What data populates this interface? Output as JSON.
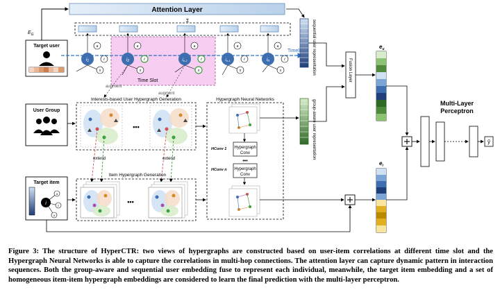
{
  "figure": {
    "attention_label": "Attention Layer",
    "e_g": "E",
    "e_g_sub": "G",
    "sum_formula": "Σ",
    "target_user": "Target user",
    "time_slot": "Time Slot",
    "augment": "augment",
    "timeline": "Timeline",
    "sequential_rep": "sequential user representation",
    "e_u": "e",
    "e_u_sub": "u",
    "fusion_layer": "Fusion Layer",
    "user_group": "User Group",
    "interest_hg": "Interests-based User Hypergraph Generation",
    "hgnn": "Hypergraph Neural Networks",
    "group_aware_rep": "group-aware user representation",
    "hconv1": "HConv 1",
    "hconvn": "HConv n",
    "hypergraph_conv": "Hypergraph",
    "conv": "Conv",
    "extend": "extend",
    "item_hg": "Item Hypergraph Generation",
    "target_item": "Target item",
    "mlp_title_1": "Multi-Layer",
    "mlp_title_2": "Perceptron",
    "e_i": "e",
    "e_i_sub": "i",
    "y_hat": "ŷ",
    "dots": "•••",
    "seq_nodes": [
      "i",
      "i",
      "i",
      "i",
      "i"
    ],
    "seq_subs": [
      "1",
      "2",
      "n-2",
      "n-1",
      "n"
    ],
    "time_labels": [
      "t",
      "t",
      "t",
      "t",
      "t"
    ],
    "time_subs": [
      "1",
      "2",
      "n-2",
      "n-1",
      "n"
    ],
    "a_labels": [
      "a",
      "a",
      "a",
      "a",
      "a"
    ],
    "a_subs": [
      "1",
      "2",
      "n-2",
      "n-1",
      "n"
    ],
    "x_labels": [
      "x",
      "x",
      "x",
      "x",
      "x"
    ],
    "x_subs": [
      "1",
      "2",
      "n-2",
      "n-1",
      "n"
    ],
    "item_node": "i",
    "item_attr": [
      "a",
      "x",
      "t"
    ]
  },
  "caption": "Figure 3: The structure of HyperCTR: two views of hypergraphs are constructed based on user-item correlations at different time slot and the Hypergraph Neural Networks is able to capture the correlations in multi-hop connections. The attention layer can capture dynamic pattern in interaction sequences. Both the group-aware and sequential user embedding fuse to represent each individual, meanwhile, the target item embedding and a set of homogeneous item-item hypergraph embeddings are considered to learn the final prediction with the multi-layer perceptron.",
  "colors": {
    "attention": "#c8dcf0",
    "node_blue": "#3d6fb0",
    "time_slot_bg": "#f6c9f0",
    "time_node": "#3aa043",
    "embed_blue_dark": "#1f3f7a",
    "embed_green": "#4f8a3a",
    "embed_yellow": "#e0b020",
    "target_user_bar": "#c77a4a"
  }
}
